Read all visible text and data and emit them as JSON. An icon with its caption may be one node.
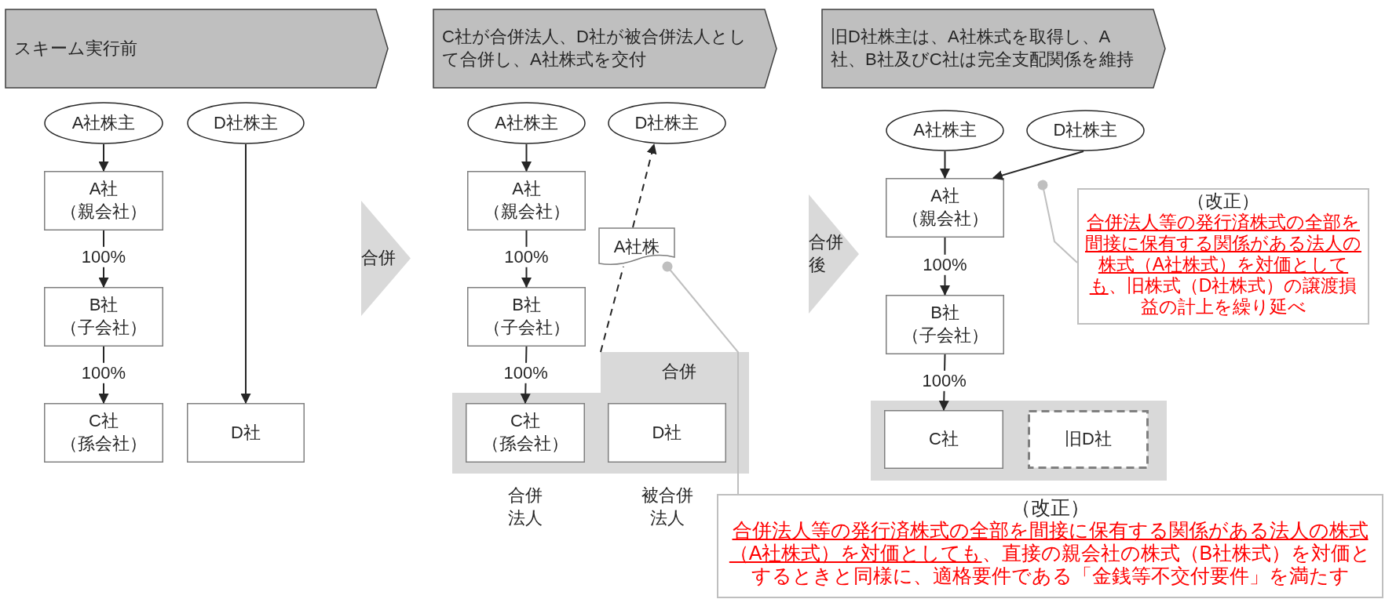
{
  "diagram": {
    "nodes": [
      {
        "text": [
          "スキーム実行前"
        ]
      },
      {
        "text": [
          "C社が合併法人、D社が被合併法人として合併し、A社株式を交付"
        ]
      },
      {
        "text": [
          "旧D社株主は、A社株式を取得し、A社、B社及びC社は完全支配関係を維持"
        ]
      },
      {
        "text": [
          "A社株主"
        ]
      },
      {
        "text": [
          "D社株主"
        ]
      },
      {
        "text": [
          "A社",
          "（親会社）"
        ]
      },
      {
        "text": [
          "B社",
          "（子会社）"
        ]
      },
      {
        "text": [
          "C社",
          "（孫会社）"
        ]
      },
      {
        "text": [
          "D社"
        ]
      },
      {
        "text": [
          "合併"
        ]
      },
      {
        "text": [
          "A社株主"
        ]
      },
      {
        "text": [
          "D社株主"
        ]
      },
      {
        "text": [
          "A社",
          "（親会社）"
        ]
      },
      {
        "text": [
          "B社",
          "（子会社）"
        ]
      },
      {
        "text": [
          "合併"
        ]
      },
      {
        "text": [
          "C社",
          "（孫会社）"
        ],
        "in": 14,
        "beside": [
          "合併法人"
        ]
      },
      {
        "text": [
          "D社"
        ],
        "in": 14,
        "beside": [
          "被合併法人"
        ]
      },
      {
        "text": [
          "A社株"
        ]
      },
      {
        "text": [
          "合併後"
        ]
      },
      {
        "text": [
          "A社株主"
        ]
      },
      {
        "text": [
          "D社株主"
        ]
      },
      {
        "text": [
          "A社",
          "（親会社）"
        ]
      },
      {
        "text": [
          "B社",
          "（子会社）"
        ]
      },
      {
        "text": [],
        "shape": "box"
      },
      {
        "text": [
          "C社"
        ],
        "in": 23
      },
      {
        "text": [
          "旧D社"
        ],
        "in": 23
      },
      {
        "text": [
          "（改正）",
          "合併法人等の発行済株式の全部を間接に保有する関係がある法人の株式（A社株式）を対価としても",
          "、旧株式（D社株式）の譲渡損益の計上を繰り延べ"
        ]
      },
      {
        "text": [
          "（改正）",
          "合併法人等の発行済株式の全部を間接に保有する関係がある法人の株式（A社株式）を対価としても",
          "、直接の親会社の株式（B社株式）を対価とするときと同様に、適格要件である「金銭等不交付要件」を満たす"
        ]
      }
    ],
    "edges": [
      {
        "from": 3,
        "to": 5,
        "arrow": "to"
      },
      {
        "from": 5,
        "to": 6,
        "arrow": "to",
        "label": "100%"
      },
      {
        "from": 6,
        "to": 7,
        "arrow": "to",
        "label": "100%"
      },
      {
        "from": 4,
        "to": 8,
        "arrow": "to"
      },
      {
        "from": 10,
        "to": 12,
        "arrow": "to"
      },
      {
        "from": 12,
        "to": 13,
        "arrow": "to",
        "label": "100%"
      },
      {
        "from": 13,
        "to": 15,
        "arrow": "to",
        "label": "100%"
      },
      {
        "from": 14,
        "to": 17,
        "arrow": "none",
        "style": "dashed"
      },
      {
        "from": 17,
        "to": 11,
        "arrow": "to",
        "style": "dashed"
      },
      {
        "from": 19,
        "to": 21,
        "arrow": "to"
      },
      {
        "from": 20,
        "to": 21,
        "arrow": "to"
      },
      {
        "from": 21,
        "to": 22,
        "arrow": "to",
        "label": "100%"
      },
      {
        "from": 22,
        "to": 24,
        "arrow": "to",
        "label": "100%"
      },
      {
        "from": 27,
        "to": 17,
        "arrow": "other",
        "color": "#bfbfbf"
      },
      {
        "from": 26,
        "to": null,
        "arrow": "other",
        "color": "#bfbfbf"
      }
    ]
  }
}
